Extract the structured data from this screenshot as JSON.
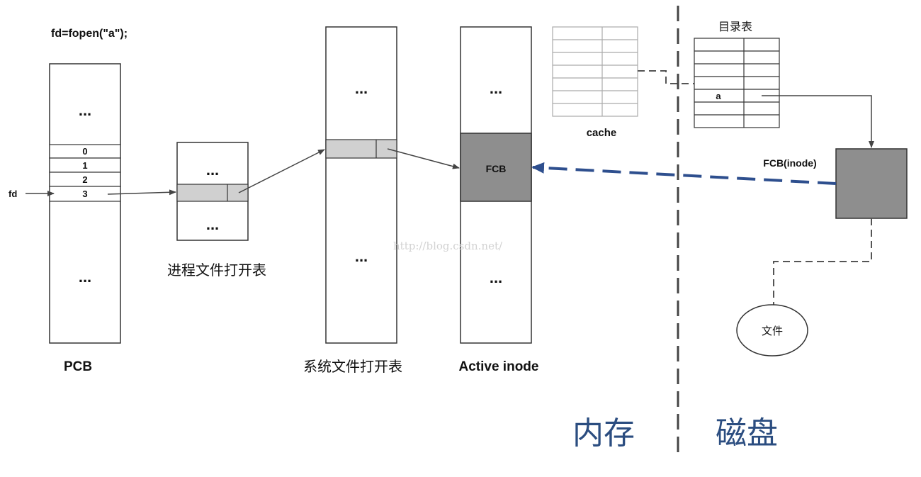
{
  "code_line": "fd=fopen(\"a\");",
  "fd_label": "fd",
  "ellipsis": "...",
  "pcb": {
    "label": "PCB",
    "slots": [
      "0",
      "1",
      "2",
      "3"
    ]
  },
  "process_table": {
    "label": "进程文件打开表"
  },
  "system_table": {
    "label": "系统文件打开表"
  },
  "active_inode": {
    "label": "Active inode",
    "fcb": "FCB"
  },
  "cache": {
    "label": "cache"
  },
  "directory": {
    "label": "目录表",
    "entry": "a"
  },
  "disk_fcb": {
    "label": "FCB(inode)"
  },
  "file_node": {
    "label": "文件"
  },
  "watermark": "http://blog.csdn.net/",
  "regions": {
    "memory": "内存",
    "disk": "磁盘"
  },
  "colors": {
    "region_text": "#2b4d80",
    "load_arrow": "#2e4f8e",
    "fcb_fill": "#8e8e8e",
    "slot_fill": "#d0d0d0"
  }
}
